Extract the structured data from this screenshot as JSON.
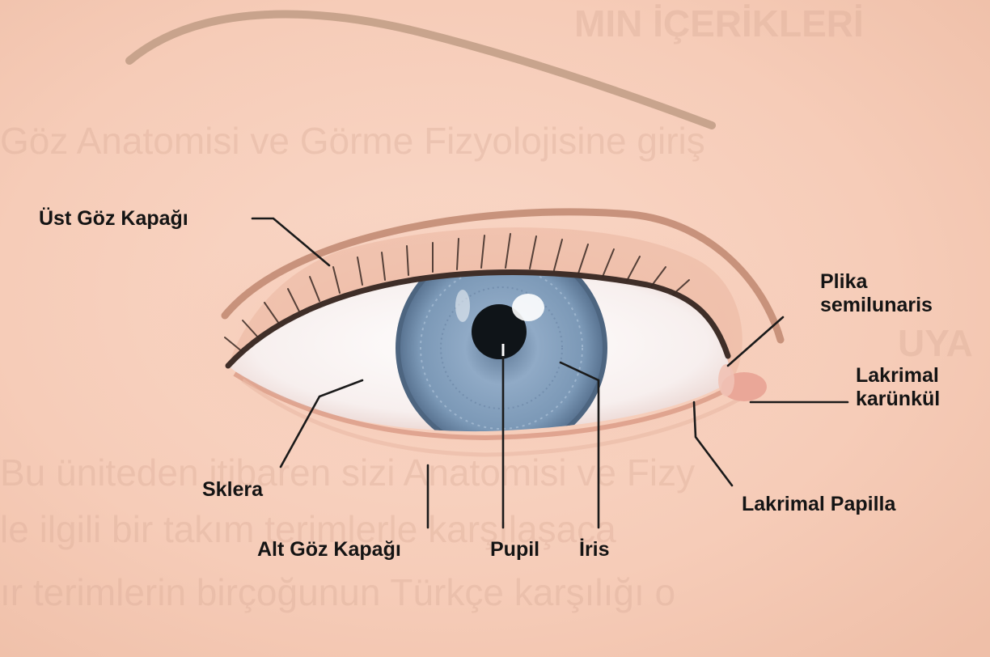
{
  "labels": {
    "upper_eyelid": "Üst Göz Kapağı",
    "plica": "Plika\nsemilunaris",
    "caruncle": "Lakrimal\nkarünkül",
    "sclera": "Sklera",
    "papilla": "Lakrimal Papilla",
    "lower_eyelid": "Alt Göz Kapağı",
    "pupil": "Pupil",
    "iris": "İris"
  },
  "background_text": {
    "line1": "MIN İÇERİKLERİ",
    "line2": "Göz Anatomisi ve Görme Fizyolojisine giriş",
    "line3": "UYA",
    "line4": "Bu üniteden itibaren sizi Anatomisi ve Fizy",
    "line5": "le ilgili bir takım terimlerle karşılaşaca",
    "line6": "ır terimlerin birçoğunun Türkçe karşılığı o"
  },
  "colors": {
    "skin": "#f6cdb9",
    "iris": "#7e9cba",
    "sclera": "#fbf6f5",
    "label": "#141414"
  }
}
